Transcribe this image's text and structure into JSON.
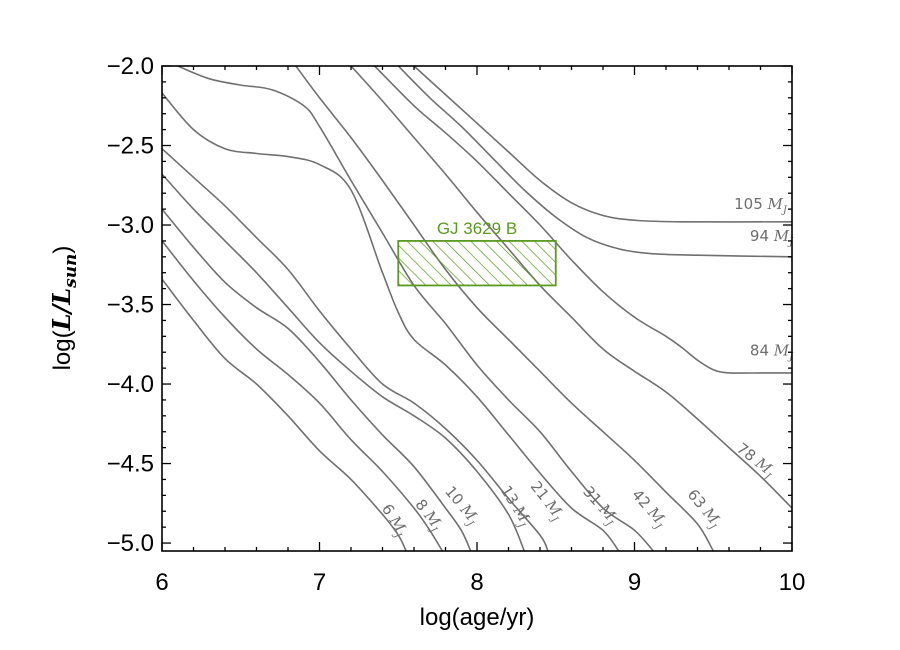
{
  "chart_data": {
    "type": "line",
    "xlabel": "log(age/yr)",
    "ylabel_parts": {
      "prefix": "log(",
      "L": "L",
      "slash": "/",
      "Lsun": "L",
      "sub": "sun",
      "suffix": ")"
    },
    "xlim": [
      6,
      10
    ],
    "ylim": [
      -5.05,
      -2.0
    ],
    "xticks": [
      6,
      7,
      8,
      9,
      10
    ],
    "xtick_labels": [
      "6",
      "7",
      "8",
      "9",
      "10"
    ],
    "yticks": [
      -2.0,
      -2.5,
      -3.0,
      -3.5,
      -4.0,
      -4.5,
      -5.0
    ],
    "ytick_labels": [
      "−2.0",
      "−2.5",
      "−3.0",
      "−3.5",
      "−4.0",
      "−4.5",
      "−5.0"
    ],
    "grid": false,
    "legend": "none",
    "line_color": "#707070",
    "mass_unit": "M",
    "mass_unit_sub": "J",
    "series": [
      {
        "name": "6",
        "points": [
          [
            6.0,
            -3.34
          ],
          [
            6.2,
            -3.6
          ],
          [
            6.4,
            -3.84
          ],
          [
            6.6,
            -4.0
          ],
          [
            6.8,
            -4.2
          ],
          [
            7.0,
            -4.42
          ],
          [
            7.2,
            -4.6
          ],
          [
            7.4,
            -4.82
          ],
          [
            7.5,
            -4.95
          ],
          [
            7.55,
            -5.05
          ]
        ]
      },
      {
        "name": "8",
        "points": [
          [
            6.0,
            -3.1
          ],
          [
            6.2,
            -3.35
          ],
          [
            6.4,
            -3.58
          ],
          [
            6.6,
            -3.78
          ],
          [
            6.8,
            -3.94
          ],
          [
            7.0,
            -4.12
          ],
          [
            7.2,
            -4.35
          ],
          [
            7.4,
            -4.55
          ],
          [
            7.6,
            -4.78
          ],
          [
            7.7,
            -4.92
          ],
          [
            7.78,
            -5.05
          ]
        ]
      },
      {
        "name": "10",
        "points": [
          [
            6.0,
            -2.9
          ],
          [
            6.2,
            -3.14
          ],
          [
            6.4,
            -3.36
          ],
          [
            6.6,
            -3.52
          ],
          [
            6.8,
            -3.65
          ],
          [
            7.0,
            -3.86
          ],
          [
            7.2,
            -4.1
          ],
          [
            7.4,
            -4.32
          ],
          [
            7.6,
            -4.52
          ],
          [
            7.8,
            -4.78
          ],
          [
            7.9,
            -4.92
          ],
          [
            7.96,
            -5.05
          ]
        ]
      },
      {
        "name": "13",
        "points": [
          [
            6.0,
            -2.68
          ],
          [
            6.2,
            -2.9
          ],
          [
            6.4,
            -3.1
          ],
          [
            6.6,
            -3.3
          ],
          [
            6.8,
            -3.52
          ],
          [
            7.0,
            -3.74
          ],
          [
            7.2,
            -3.92
          ],
          [
            7.4,
            -4.08
          ],
          [
            7.6,
            -4.2
          ],
          [
            7.8,
            -4.34
          ],
          [
            8.0,
            -4.55
          ],
          [
            8.2,
            -4.82
          ],
          [
            8.3,
            -5.05
          ]
        ]
      },
      {
        "name": "21",
        "points": [
          [
            6.0,
            -2.52
          ],
          [
            6.2,
            -2.7
          ],
          [
            6.4,
            -2.88
          ],
          [
            6.6,
            -3.08
          ],
          [
            6.8,
            -3.28
          ],
          [
            7.0,
            -3.54
          ],
          [
            7.2,
            -3.78
          ],
          [
            7.4,
            -4.0
          ],
          [
            7.6,
            -4.12
          ],
          [
            7.8,
            -4.28
          ],
          [
            8.0,
            -4.48
          ],
          [
            8.2,
            -4.72
          ],
          [
            8.4,
            -4.95
          ],
          [
            8.45,
            -5.05
          ]
        ]
      },
      {
        "name": "31",
        "points": [
          [
            6.0,
            -2.17
          ],
          [
            6.2,
            -2.4
          ],
          [
            6.4,
            -2.52
          ],
          [
            6.6,
            -2.55
          ],
          [
            6.8,
            -2.57
          ],
          [
            7.0,
            -2.62
          ],
          [
            7.2,
            -2.78
          ],
          [
            7.4,
            -3.3
          ],
          [
            7.5,
            -3.55
          ],
          [
            7.6,
            -3.72
          ],
          [
            7.8,
            -3.88
          ],
          [
            8.0,
            -4.08
          ],
          [
            8.2,
            -4.32
          ],
          [
            8.4,
            -4.56
          ],
          [
            8.6,
            -4.78
          ],
          [
            8.8,
            -4.92
          ],
          [
            8.9,
            -5.05
          ]
        ]
      },
      {
        "name": "42",
        "points": [
          [
            6.1,
            -2.0
          ],
          [
            6.3,
            -2.08
          ],
          [
            6.5,
            -2.12
          ],
          [
            6.7,
            -2.15
          ],
          [
            6.9,
            -2.25
          ],
          [
            7.0,
            -2.38
          ],
          [
            7.2,
            -2.72
          ],
          [
            7.4,
            -3.05
          ],
          [
            7.6,
            -3.38
          ],
          [
            7.8,
            -3.62
          ],
          [
            8.0,
            -3.88
          ],
          [
            8.2,
            -4.1
          ],
          [
            8.4,
            -4.3
          ],
          [
            8.6,
            -4.55
          ],
          [
            8.8,
            -4.78
          ],
          [
            9.0,
            -4.92
          ],
          [
            9.12,
            -5.05
          ]
        ]
      },
      {
        "name": "63",
        "points": [
          [
            6.85,
            -2.0
          ],
          [
            7.0,
            -2.2
          ],
          [
            7.2,
            -2.45
          ],
          [
            7.4,
            -2.72
          ],
          [
            7.6,
            -3.0
          ],
          [
            7.8,
            -3.28
          ],
          [
            8.0,
            -3.52
          ],
          [
            8.2,
            -3.72
          ],
          [
            8.4,
            -3.92
          ],
          [
            8.6,
            -4.12
          ],
          [
            8.8,
            -4.3
          ],
          [
            9.0,
            -4.48
          ],
          [
            9.2,
            -4.68
          ],
          [
            9.4,
            -4.88
          ],
          [
            9.5,
            -5.05
          ]
        ]
      },
      {
        "name": "78",
        "points": [
          [
            7.2,
            -2.0
          ],
          [
            7.4,
            -2.22
          ],
          [
            7.6,
            -2.45
          ],
          [
            7.8,
            -2.68
          ],
          [
            8.0,
            -2.92
          ],
          [
            8.2,
            -3.15
          ],
          [
            8.4,
            -3.38
          ],
          [
            8.6,
            -3.58
          ],
          [
            8.8,
            -3.78
          ],
          [
            9.0,
            -3.92
          ],
          [
            9.2,
            -4.05
          ],
          [
            9.4,
            -4.22
          ],
          [
            9.6,
            -4.4
          ],
          [
            9.8,
            -4.58
          ],
          [
            10.0,
            -4.78
          ]
        ]
      },
      {
        "name": "84",
        "points": [
          [
            7.35,
            -2.0
          ],
          [
            7.6,
            -2.25
          ],
          [
            7.8,
            -2.42
          ],
          [
            8.0,
            -2.6
          ],
          [
            8.2,
            -2.8
          ],
          [
            8.4,
            -3.0
          ],
          [
            8.6,
            -3.22
          ],
          [
            8.8,
            -3.42
          ],
          [
            9.0,
            -3.58
          ],
          [
            9.2,
            -3.7
          ],
          [
            9.3,
            -3.77
          ],
          [
            9.4,
            -3.85
          ],
          [
            9.5,
            -3.91
          ],
          [
            9.6,
            -3.93
          ],
          [
            9.8,
            -3.93
          ],
          [
            10.0,
            -3.93
          ]
        ]
      },
      {
        "name": "94",
        "points": [
          [
            7.5,
            -2.0
          ],
          [
            7.7,
            -2.2
          ],
          [
            7.9,
            -2.38
          ],
          [
            8.1,
            -2.58
          ],
          [
            8.3,
            -2.78
          ],
          [
            8.5,
            -2.95
          ],
          [
            8.7,
            -3.08
          ],
          [
            8.9,
            -3.15
          ],
          [
            9.1,
            -3.18
          ],
          [
            9.4,
            -3.19
          ],
          [
            10.0,
            -3.2
          ]
        ]
      },
      {
        "name": "105",
        "points": [
          [
            7.6,
            -2.0
          ],
          [
            7.8,
            -2.18
          ],
          [
            8.0,
            -2.36
          ],
          [
            8.2,
            -2.54
          ],
          [
            8.4,
            -2.72
          ],
          [
            8.6,
            -2.86
          ],
          [
            8.8,
            -2.94
          ],
          [
            9.0,
            -2.97
          ],
          [
            9.3,
            -2.98
          ],
          [
            10.0,
            -2.98
          ]
        ]
      }
    ],
    "curve_labels": [
      {
        "value": "6",
        "x": 7.45,
        "y": -4.87,
        "angle": 57
      },
      {
        "value": "8",
        "x": 7.67,
        "y": -4.84,
        "angle": 52
      },
      {
        "value": "10",
        "x": 7.88,
        "y": -4.78,
        "angle": 50
      },
      {
        "value": "13",
        "x": 8.22,
        "y": -4.78,
        "angle": 58
      },
      {
        "value": "21",
        "x": 8.42,
        "y": -4.75,
        "angle": 52
      },
      {
        "value": "31",
        "x": 8.76,
        "y": -4.78,
        "angle": 48
      },
      {
        "value": "42",
        "x": 9.07,
        "y": -4.8,
        "angle": 48
      },
      {
        "value": "63",
        "x": 9.42,
        "y": -4.8,
        "angle": 50
      },
      {
        "value": "78",
        "x": 9.75,
        "y": -4.5,
        "angle": 38
      },
      {
        "value": "84",
        "x": 9.87,
        "y": -3.82,
        "angle": 0
      },
      {
        "value": "94",
        "x": 9.87,
        "y": -3.1,
        "angle": 0
      },
      {
        "value": "105",
        "x": 9.8,
        "y": -2.9,
        "angle": 0
      }
    ],
    "annotation_box": {
      "label": "GJ 3629 B",
      "x": [
        7.5,
        8.5
      ],
      "y": [
        -3.38,
        -3.1
      ],
      "color": "#5a9a1e"
    }
  }
}
